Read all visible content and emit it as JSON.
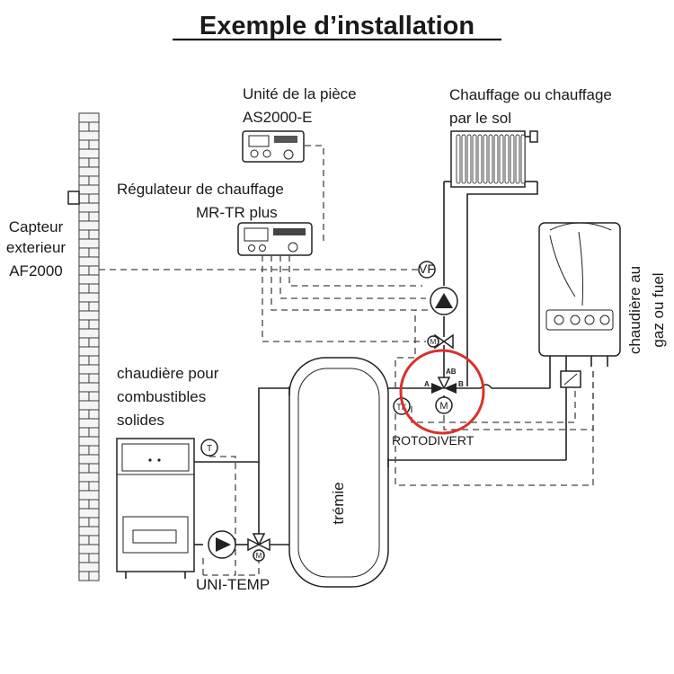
{
  "title": "Exemple d’installation",
  "labels": {
    "room_unit_line1": "Unité de la pièce",
    "room_unit_line2": "AS2000-E",
    "heating_line1": "Chauffage ou chauffage",
    "heating_line2": "par le sol",
    "regulator_line1": "Régulateur de chauffage",
    "regulator_line2": "MR-TR plus",
    "sensor_line1": "Capteur",
    "sensor_line2": "exterieur",
    "sensor_line3": "AF2000",
    "gas_boiler_line1": "chaudière au",
    "gas_boiler_line2": "gaz ou fuel",
    "solid_boiler_line1": "chaudière pour",
    "solid_boiler_line2": "combustibles",
    "solid_boiler_line3": "solides",
    "tank": "trémie",
    "rotodivert": "ROTODIVERT",
    "unitemp": "UNI-TEMP"
  },
  "symbols": {
    "vf": "VF",
    "m": "M",
    "tk": "TK",
    "t": "T",
    "a": "A",
    "b": "B",
    "ab": "AB"
  },
  "colors": {
    "highlight_circle": "#d9312b",
    "line": "#222222"
  }
}
